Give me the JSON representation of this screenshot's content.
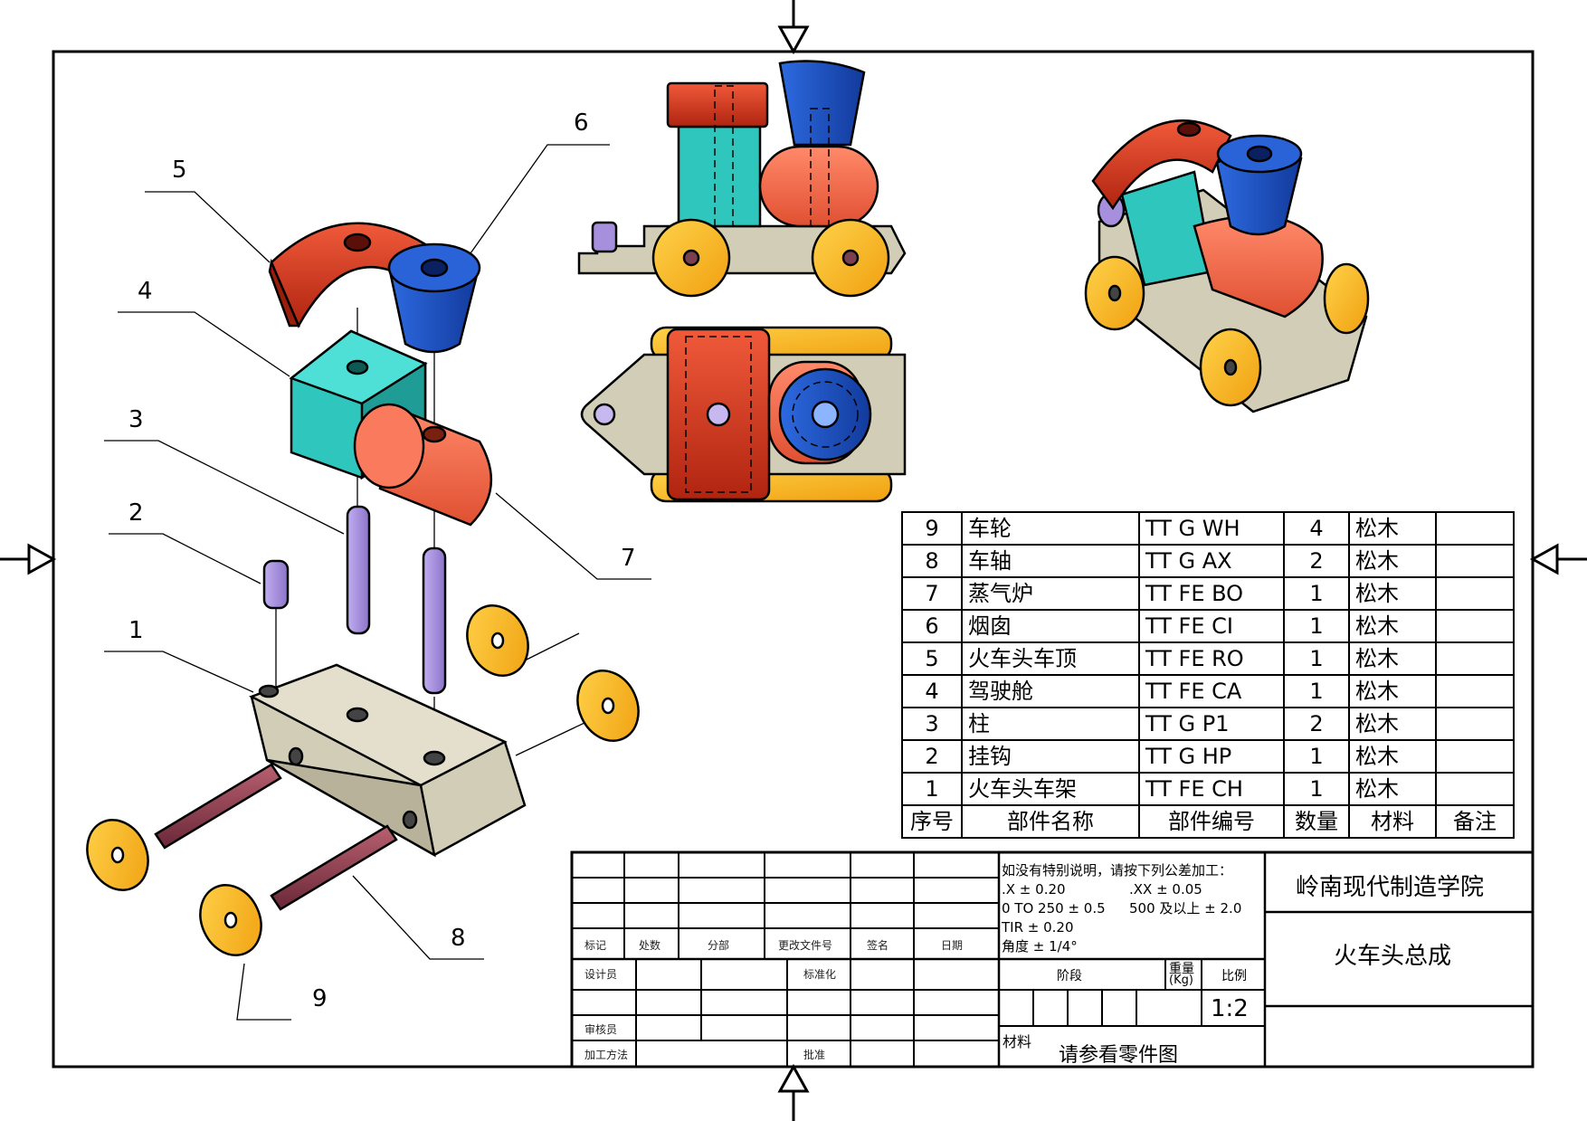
{
  "callouts": [
    "1",
    "2",
    "3",
    "4",
    "5",
    "6",
    "7",
    "8",
    "9"
  ],
  "bom": {
    "rows": [
      {
        "no": "9",
        "name": "车轮",
        "code": "TT G WH",
        "qty": "4",
        "material": "松木",
        "note": ""
      },
      {
        "no": "8",
        "name": "车轴",
        "code": "TT G AX",
        "qty": "2",
        "material": "松木",
        "note": ""
      },
      {
        "no": "7",
        "name": "蒸气炉",
        "code": "TT FE BO",
        "qty": "1",
        "material": "松木",
        "note": ""
      },
      {
        "no": "6",
        "name": "烟囱",
        "code": "TT FE CI",
        "qty": "1",
        "material": "松木",
        "note": ""
      },
      {
        "no": "5",
        "name": "火车头车顶",
        "code": "TT FE RO",
        "qty": "1",
        "material": "松木",
        "note": ""
      },
      {
        "no": "4",
        "name": "驾驶舱",
        "code": "TT FE CA",
        "qty": "1",
        "material": "松木",
        "note": ""
      },
      {
        "no": "3",
        "name": "柱",
        "code": "TT G P1",
        "qty": "2",
        "material": "松木",
        "note": ""
      },
      {
        "no": "2",
        "name": "挂钩",
        "code": "TT G HP",
        "qty": "1",
        "material": "松木",
        "note": ""
      },
      {
        "no": "1",
        "name": "火车头车架",
        "code": "TT FE CH",
        "qty": "1",
        "material": "松木",
        "note": ""
      }
    ],
    "header": {
      "no": "序号",
      "name": "部件名称",
      "code": "部件编号",
      "qty": "数量",
      "material": "材料",
      "note": "备注"
    }
  },
  "title_block": {
    "rev_headers": [
      "标记",
      "处数",
      "分部",
      "更改文件号",
      "签名",
      "日期"
    ],
    "roles": [
      "设计员",
      "标准化",
      "审核员",
      "加工方法",
      "批准"
    ],
    "tolerance": [
      "如没有特别说明，请按下列公差加工：",
      ".X ± 0.20",
      ".XX ± 0.05",
      "0 TO 250 ± 0.5",
      "500 及以上 ± 2.0",
      "TIR ± 0.20",
      "角度 ± 1/4°"
    ],
    "stage_label": "阶段",
    "weight_label": "重量",
    "weight_unit": "(Kg)",
    "scale_label": "比例",
    "scale_value": "1:2",
    "material_label": "材料",
    "material_value": "请参看零件图",
    "school": "岭南现代制造学院",
    "drawing_title": "火车头总成"
  },
  "colors": {
    "roof": "#c62d12",
    "chimney": "#1b4fc4",
    "cab": "#2fc6bd",
    "boiler": "#f66a4c",
    "pillar": "#a68fdc",
    "hook": "#a68fdc",
    "chassis": "#d2cdb6",
    "axle": "#8a4050",
    "wheel": "#f8b72a"
  }
}
